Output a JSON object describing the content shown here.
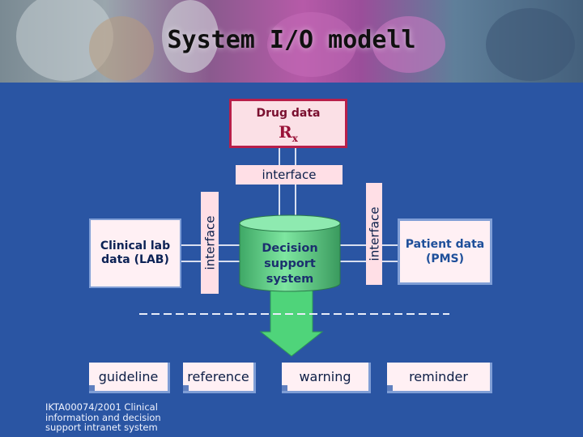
{
  "title": "System I/O modell",
  "drug": {
    "label": "Drug data",
    "symbol": "R",
    "symbol_sub": "x"
  },
  "interface_top": "interface",
  "interface_left": "interface",
  "interface_right": "interface",
  "lab": {
    "label": "Clinical lab data (LAB)"
  },
  "dss": {
    "label": "Decision support system"
  },
  "pms": {
    "label": "Patient data (PMS)"
  },
  "outputs": [
    "guideline",
    "reference",
    "warning",
    "reminder"
  ],
  "footer": "IKTA00074/2001 Clinical information and decision support intranet system",
  "colors": {
    "background": "#2a55a3",
    "drug_border": "#b81f4a",
    "arrow_green": "#4fd47a",
    "box_border": "#7f9ed6"
  }
}
